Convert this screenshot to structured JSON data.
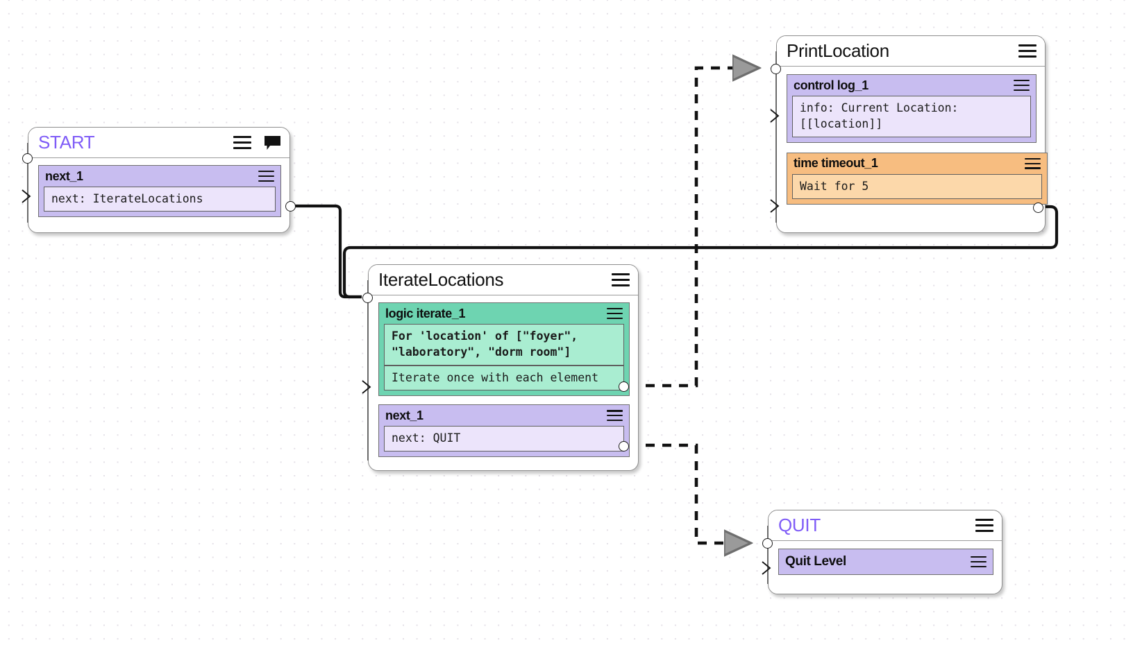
{
  "app": {
    "title": "Node Graph Editor",
    "canvas_background": "#ffffff",
    "grid_dot_color": "#e3dfe6"
  },
  "palette": {
    "accent_title": "#7f5cf7",
    "purple_header": "#c8bdf0",
    "purple_body": "#ece4fb",
    "orange_header": "#f7bd80",
    "orange_body": "#fcd8aa",
    "green_header": "#6ed4b1",
    "green_body": "#a9edd1",
    "edge_solid": "#111111",
    "edge_dashed": "#111111"
  },
  "icons": {
    "menu": "hamburger-menu-icon",
    "comment": "comment-bubble-icon",
    "port_in": "input-port-circle",
    "port_out": "output-port-circle",
    "port_chevron": "chevron-port-icon"
  },
  "nodes": [
    {
      "id": "start",
      "title": "START",
      "title_accent": true,
      "has_comment_icon": true,
      "blocks": [
        {
          "name": "next_1",
          "color": "purple",
          "fields": [
            {
              "text": "next: IterateLocations",
              "bold": false
            }
          ]
        }
      ]
    },
    {
      "id": "print-location",
      "title": "PrintLocation",
      "title_accent": false,
      "has_comment_icon": false,
      "blocks": [
        {
          "name": "control log_1",
          "color": "purple",
          "fields": [
            {
              "text": "info: Current Location: [[location]]",
              "bold": false
            }
          ]
        },
        {
          "name": "time timeout_1",
          "color": "orange",
          "fields": [
            {
              "text": "Wait for 5",
              "bold": false
            }
          ]
        }
      ]
    },
    {
      "id": "iterate-locations",
      "title": "IterateLocations",
      "title_accent": false,
      "has_comment_icon": false,
      "blocks": [
        {
          "name": "logic iterate_1",
          "color": "green",
          "fields": [
            {
              "text": "For 'location' of [\"foyer\", \"laboratory\", \"dorm room\"]",
              "bold": true
            },
            {
              "text": "Iterate once with each element",
              "bold": false
            }
          ]
        },
        {
          "name": "next_1",
          "color": "purple",
          "fields": [
            {
              "text": "next: QUIT",
              "bold": false
            }
          ]
        }
      ]
    },
    {
      "id": "quit",
      "title": "QUIT",
      "title_accent": true,
      "has_comment_icon": false,
      "blocks": [
        {
          "name": "Quit Level",
          "color": "purple",
          "fields": []
        }
      ]
    }
  ],
  "edges": [
    {
      "id": "start-to-iterate",
      "from": "START.next_1",
      "to": "IterateLocations",
      "style": "solid"
    },
    {
      "id": "timeout-to-iterate",
      "from": "PrintLocation.time timeout_1",
      "to": "IterateLocations",
      "style": "solid"
    },
    {
      "id": "iterate-to-printlocation",
      "from": "IterateLocations.logic iterate_1",
      "to": "PrintLocation",
      "style": "dashed"
    },
    {
      "id": "iterate-next-to-quit",
      "from": "IterateLocations.next_1",
      "to": "QUIT",
      "style": "dashed"
    }
  ]
}
